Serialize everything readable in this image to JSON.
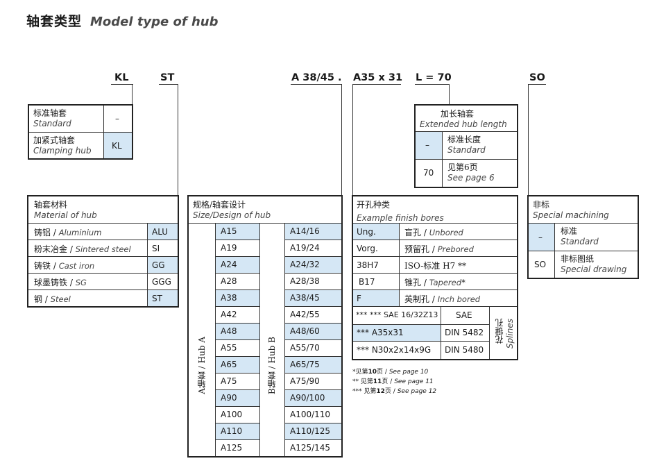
{
  "title": {
    "zh": "轴套类型",
    "en": "Model type of hub"
  },
  "codes": {
    "kl": "KL",
    "st": "ST",
    "size": "A 38/45 .",
    "bore": "A35 x 31",
    "length": "L = 70",
    "so": "SO"
  },
  "clamp_box": {
    "rows": [
      {
        "zh": "标准轴套",
        "en": "Standard",
        "code": "–"
      },
      {
        "zh": "加紧式轴套",
        "en": "Clamping hub",
        "code": "KL"
      }
    ]
  },
  "length_box": {
    "header_zh": "加长轴套",
    "header_en": "Extended hub length",
    "rows": [
      {
        "code": "–",
        "zh": "标准长度",
        "en": "Standard"
      },
      {
        "code": "70",
        "zh": "见第6页",
        "en": "See page 6"
      }
    ]
  },
  "material_box": {
    "header_zh": "轴套材料",
    "header_en": "Material of hub",
    "rows": [
      {
        "zh": "铸铝",
        "en": "Aluminium",
        "code": "ALU"
      },
      {
        "zh": "粉末冶金",
        "en": "Sintered steel",
        "code": "SI"
      },
      {
        "zh": "铸铁",
        "en": "Cast iron",
        "code": "GG"
      },
      {
        "zh": "球墨铸铁",
        "en": "SG",
        "code": "GGG"
      },
      {
        "zh": "钢",
        "en": "Steel",
        "code": "ST"
      }
    ]
  },
  "size_box": {
    "header_zh": "规格/轴套设计",
    "header_en": "Size/Design of hub",
    "hub_a": "A轴套 / Hub A",
    "hub_b": "B轴套 / Hub B",
    "rows": [
      {
        "a": "A15",
        "b": "A14/16"
      },
      {
        "a": "A19",
        "b": "A19/24"
      },
      {
        "a": "A24",
        "b": "A24/32"
      },
      {
        "a": "A28",
        "b": "A28/38"
      },
      {
        "a": "A38",
        "b": "A38/45"
      },
      {
        "a": "A42",
        "b": "A42/55"
      },
      {
        "a": "A48",
        "b": "A48/60"
      },
      {
        "a": "A55",
        "b": "A55/70"
      },
      {
        "a": "A65",
        "b": "A65/75"
      },
      {
        "a": "A75",
        "b": "A75/90"
      },
      {
        "a": "A90",
        "b": "A90/100"
      },
      {
        "a": "A100",
        "b": "A100/110"
      },
      {
        "a": "A110",
        "b": "A110/125"
      },
      {
        "a": "A125",
        "b": "A125/145"
      }
    ]
  },
  "bore_box": {
    "header_zh": "开孔种类",
    "header_en": "Example finish bores",
    "rows": [
      {
        "code": "Ung.",
        "zh": "盲孔",
        "en": "Unbored",
        "mark": ""
      },
      {
        "code": "Vorg.",
        "zh": "预留孔",
        "en": "Prebored",
        "mark": ""
      },
      {
        "code": "38H7",
        "zh": "ISO-标准 H7 **",
        "en": "",
        "mark": ""
      },
      {
        "code": "B17",
        "zh": "锥孔",
        "en": "Tapered",
        "mark": "*"
      },
      {
        "code": "F",
        "zh": "英制孔",
        "en": "Inch bored",
        "mark": ""
      }
    ],
    "spline_rows": [
      {
        "code": "*** *** SAE 16/32Z13",
        "std": "SAE"
      },
      {
        "code": "*** A35x31",
        "std": "DIN 5482"
      },
      {
        "code": "*** N30x2x14x9G",
        "std": "DIN 5480"
      }
    ],
    "spline_zh": "花键孔",
    "spline_en": "Splines",
    "notes": [
      {
        "mark": "*",
        "zh": "见第",
        "page": "10",
        "zh2": "页",
        "en": "See page 10"
      },
      {
        "mark": "**",
        "zh": "见第",
        "page": "11",
        "zh2": "页",
        "en": "See page 11"
      },
      {
        "mark": "***",
        "zh": "见第",
        "page": "12",
        "zh2": "页",
        "en": "See page 12"
      }
    ]
  },
  "so_box": {
    "header_zh": "非标",
    "header_en": "Special machining",
    "rows": [
      {
        "code": "–",
        "zh": "标准",
        "en": "Standard"
      },
      {
        "code": "SO",
        "zh": "非标图纸",
        "en": "Special drawing"
      }
    ]
  },
  "colors": {
    "highlight": "#d5e7f5",
    "border": "#222222"
  }
}
